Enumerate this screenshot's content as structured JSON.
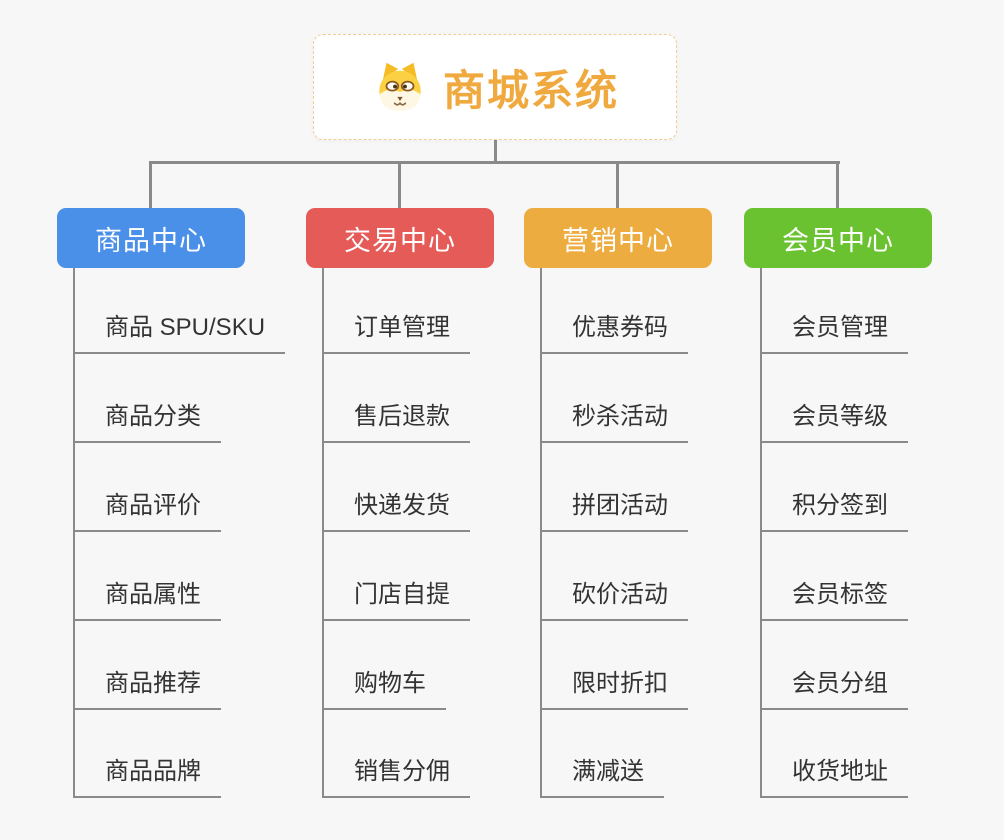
{
  "page": {
    "background_color": "#f7f7f7",
    "connector_color": "#8a8a8a"
  },
  "root": {
    "title": "商城系统",
    "icon": "shiba-dog-icon",
    "title_color": "#f0a93e",
    "border_color": "#f2cc92"
  },
  "branches": [
    {
      "label": "商品中心",
      "color": "#4a8fe8",
      "items": [
        "商品 SPU/SKU",
        "商品分类",
        "商品评价",
        "商品属性",
        "商品推荐",
        "商品品牌"
      ]
    },
    {
      "label": "交易中心",
      "color": "#e45b58",
      "items": [
        "订单管理",
        "售后退款",
        "快递发货",
        "门店自提",
        "购物车",
        "销售分佣"
      ]
    },
    {
      "label": "营销中心",
      "color": "#edac3f",
      "items": [
        "优惠券码",
        "秒杀活动",
        "拼团活动",
        "砍价活动",
        "限时折扣",
        "满减送"
      ]
    },
    {
      "label": "会员中心",
      "color": "#6ac231",
      "items": [
        "会员管理",
        "会员等级",
        "积分签到",
        "会员标签",
        "会员分组",
        "收货地址"
      ]
    }
  ]
}
